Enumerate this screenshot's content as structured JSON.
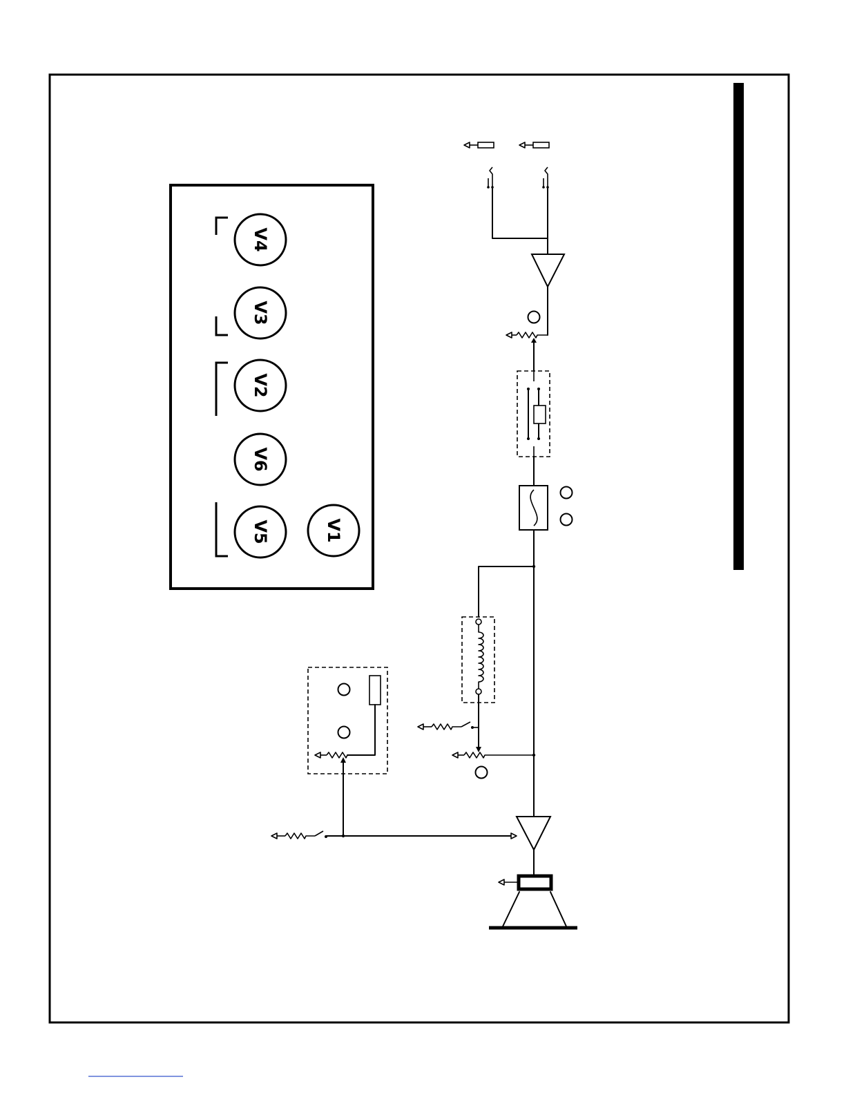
{
  "diagram": {
    "tube_chart": {
      "tubes": [
        {
          "label": "V4"
        },
        {
          "label": "V3"
        },
        {
          "label": "V2"
        },
        {
          "label": "V6"
        },
        {
          "label": "V5"
        },
        {
          "label": "V1"
        }
      ]
    }
  },
  "colors": {
    "ink": "#000000",
    "background": "#ffffff",
    "link_underline": "#3355cc"
  }
}
